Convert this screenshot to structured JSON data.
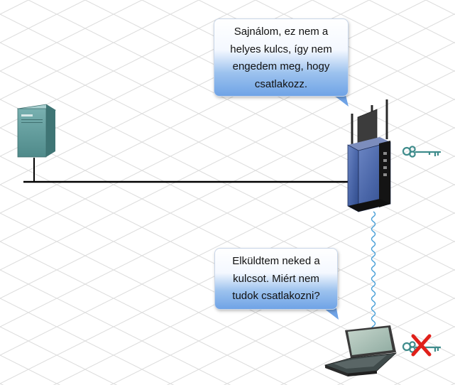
{
  "bubbles": {
    "router": {
      "lines": [
        "Sajnálom, ez nem a",
        "helyes kulcs, így nem",
        "engedem meg, hogy",
        "csatlakozz."
      ]
    },
    "laptop": {
      "lines": [
        "Elküldtem neked a",
        "kulcsot. Miért nem",
        "tudok csatlakozni?"
      ]
    }
  },
  "icons": {
    "router_key": "key-icon",
    "laptop_key": "key-icon",
    "reject_mark": "red-x-icon"
  },
  "colors": {
    "bubble_blue": "#6fa3e6",
    "reject_red": "#e0201a",
    "key_teal": "#3f8c8c",
    "router_blue": "#4a6aa8",
    "server_teal": "#5f9a9a"
  }
}
